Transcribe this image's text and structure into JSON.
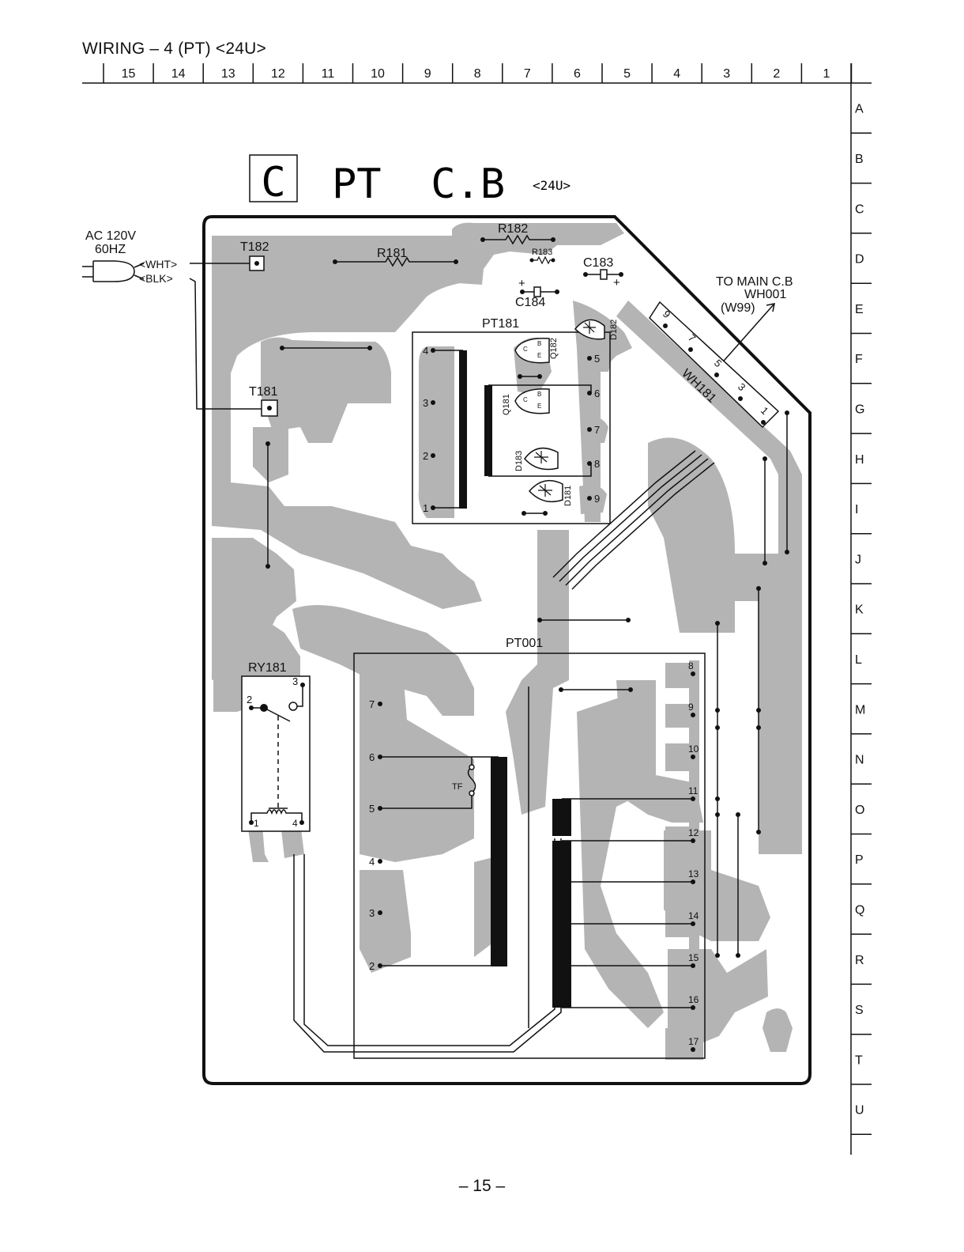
{
  "page": {
    "title": "WIRING – 4  (PT)  <24U>",
    "page_number": "– 15 –"
  },
  "grid": {
    "columns": [
      "15",
      "14",
      "13",
      "12",
      "11",
      "10",
      "9",
      "8",
      "7",
      "6",
      "5",
      "4",
      "3",
      "2",
      "1"
    ],
    "rows": [
      "A",
      "B",
      "C",
      "D",
      "E",
      "F",
      "G",
      "H",
      "I",
      "J",
      "K",
      "L",
      "M",
      "N",
      "O",
      "P",
      "Q",
      "R",
      "S",
      "T",
      "U"
    ]
  },
  "board": {
    "badge": "C",
    "name": "PT  C.B",
    "variant": "<24U>"
  },
  "power_input": {
    "line1": "AC 120V",
    "line2": "60HZ",
    "wire_white": "<WHT>",
    "wire_black": "<BLK>"
  },
  "connector_note": {
    "line1": "TO MAIN C.B",
    "line2": "WH001",
    "line3": "(W99)"
  },
  "components": {
    "t182": "T182",
    "t181": "T181",
    "r181": "R181",
    "r182": "R182",
    "r183": "R183",
    "c183": "C183",
    "c184": "C184",
    "pt181": "PT181",
    "q181": "Q181",
    "q182": "Q182",
    "d181": "D181",
    "d182": "D182",
    "d183": "D183",
    "wh181": "WH181",
    "ry181": "RY181",
    "pt001": "PT001",
    "tf": "TF"
  },
  "pins": {
    "pt181_left": [
      "4",
      "3",
      "2",
      "1"
    ],
    "pt181_right": [
      "5",
      "6",
      "7",
      "8",
      "9"
    ],
    "wh181": [
      "9",
      "7",
      "5",
      "3",
      "1"
    ],
    "ry181": [
      "1",
      "2",
      "3",
      "4"
    ],
    "pt001_left": [
      "7",
      "6",
      "5",
      "4",
      "3",
      "2"
    ],
    "pt001_right": [
      "8",
      "9",
      "10",
      "11",
      "12",
      "13",
      "14",
      "15",
      "16",
      "17"
    ],
    "transistor": [
      "E",
      "C",
      "B"
    ],
    "cap_plus": "+"
  },
  "colors": {
    "trace": "#b4b4b4",
    "ink": "#111111"
  }
}
